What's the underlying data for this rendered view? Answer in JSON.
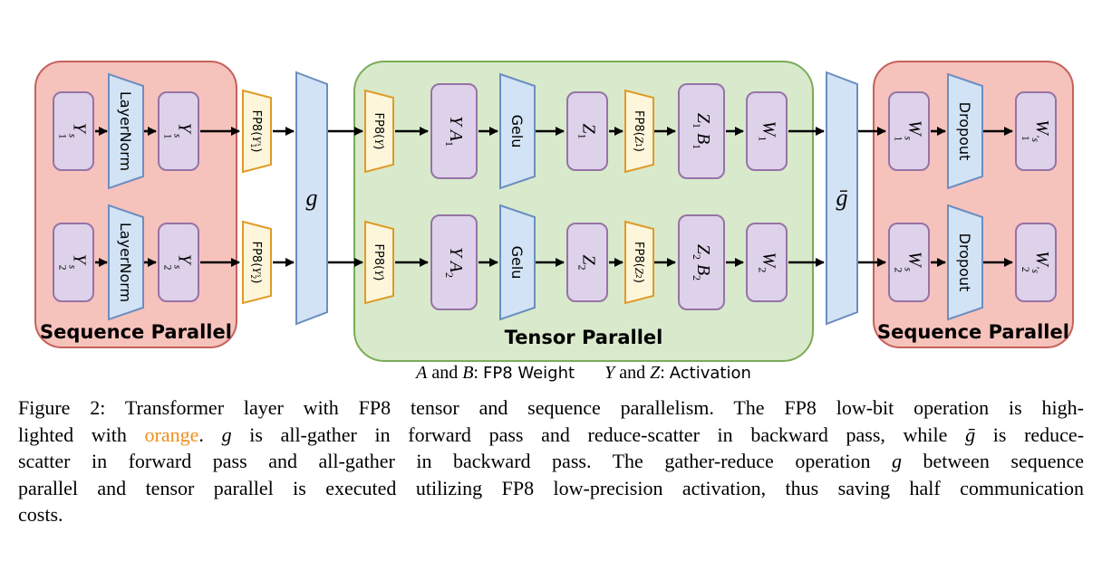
{
  "figure": {
    "regions": {
      "seq_left": "Sequence Parallel",
      "tensor": "Tensor Parallel",
      "seq_right": "Sequence Parallel"
    },
    "labels": {
      "y1s": "<i>Y</i><span class='ss'><i>s</i><span>1</span></span>",
      "y2s": "<i>Y</i><span class='ss'><i>s</i><span>2</span></span>",
      "layernorm": "LayerNorm",
      "fp8y1s": "FP8(<i>Y</i><span class='ss'><i>s</i><span>1</span></span>)",
      "fp8y2s": "FP8(<i>Y</i><span class='ss'><i>s</i><span>2</span></span>)",
      "g": "g",
      "gbar": "ḡ",
      "fp8y": "FP8(<i>Y</i>)",
      "ya1": "<i>Y A</i><sub>1</sub>",
      "ya2": "<i>Y A</i><sub>2</sub>",
      "gelu": "Gelu",
      "z1": "<i>Z</i><sub>1</sub>",
      "z2": "<i>Z</i><sub>2</sub>",
      "fp8z1": "FP8(<i>Z</i><sub>1</sub>)",
      "fp8z2": "FP8(<i>Z</i><sub>2</sub>)",
      "z1b1": "<i>Z</i><sub>1</sub><i> B</i><sub>1</sub>",
      "z2b2": "<i>Z</i><sub>2</sub><i> B</i><sub>2</sub>",
      "w1": "<i>W</i><sub>1</sub>",
      "w2": "<i>W</i><sub>2</sub>",
      "w1s": "<i>W</i><span class='ss'><i>s</i><span>1</span></span>",
      "w2s": "<i>W</i><span class='ss'><i>s</i><span>2</span></span>",
      "dropout": "Dropout",
      "w1ps": "<i>W</i><span class='ss'><span>′<i>s</i></span><span>1</span></span>",
      "w2ps": "<i>W</i><span class='ss'><span>′<i>s</i></span><span>2</span></span>"
    },
    "legend": {
      "weights": "<i>A</i> and <i>B</i>: <span class='sf'>FP8 Weight</span>",
      "activations": "<i>Y</i> and <i>Z</i>: <span class='sf'>Activation</span>"
    }
  },
  "caption": {
    "lines": [
      "Figure 2: Transformer layer with FP8 tensor and sequence parallelism. The FP8 low-bit operation is high-",
      "lighted with <span class='orange'>orange</span>. <i>g</i> is all-gather in forward pass and reduce-scatter in backward pass, while <i>ḡ</i> is reduce-",
      "scatter in forward pass and all-gather in backward pass. The gather-reduce operation <i>g</i> between sequence",
      "parallel and tensor parallel is executed utilizing FP8 low-precision activation, thus saving half communication",
      "costs."
    ]
  },
  "colors": {
    "highlight_orange": "#ef8f1f",
    "region_red_fill": "#f6c2bc",
    "region_red_border": "#c4625b",
    "region_green_fill": "#d8eacb",
    "region_green_border": "#7aab58",
    "node_purple_fill": "#ded2ea",
    "node_purple_border": "#9673a6",
    "op_blue_fill": "#d2e3f5",
    "op_blue_border": "#6c8ebf",
    "fp8_fill": "#fdf6da",
    "fp8_border": "#e09a26",
    "arrow": "#000000"
  }
}
